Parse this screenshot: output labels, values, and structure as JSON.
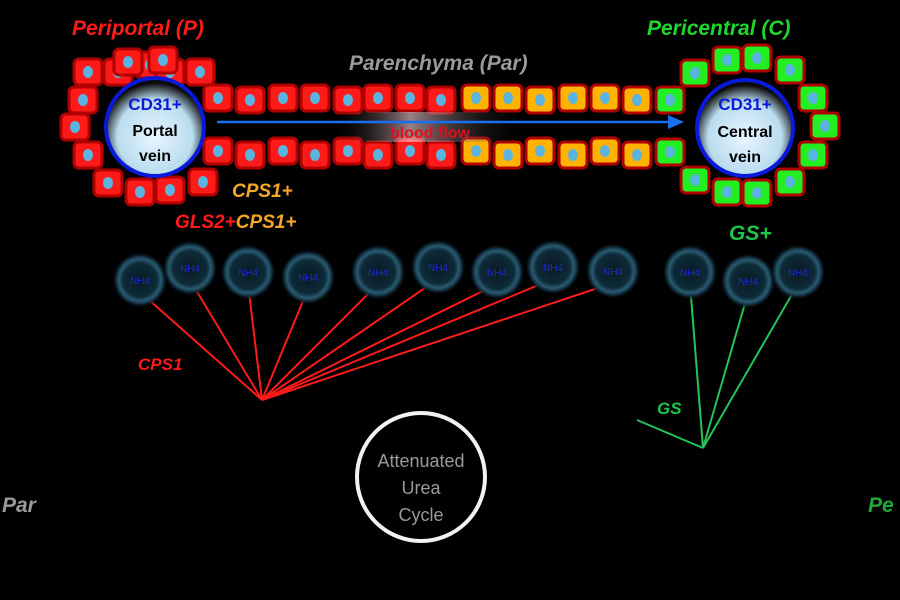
{
  "labels": {
    "periportal": "Periportal (P)",
    "pericentral": "Pericentral (C)",
    "parenchyma": "Parenchyma (Par)",
    "portal_marker": "CD31+",
    "portal_vein_1": "Portal",
    "portal_vein_2": "vein",
    "central_marker": "CD31+",
    "central_vein_1": "Central",
    "central_vein_2": "vein",
    "blood_flow": "blood flow",
    "cps1_plus": "CPS1+",
    "gls2_plus": "GLS2+",
    "cps1_plus_2": "CPS1+",
    "gs_plus": "GS+",
    "nh4": "NH4",
    "cps1": "CPS1",
    "gs": "GS",
    "urea_1": "Attenuated",
    "urea_2": "Urea",
    "urea_3": "Cycle",
    "par_left": "Par",
    "pe_right": "Pe"
  },
  "colors": {
    "periportal": "#ff1a1a",
    "parenchyma_cells": "#ffb300",
    "pericentral": "#22ee22",
    "vessel_ring": "#0a1adb",
    "nucleus": "#5ab4e0",
    "label_gray": "#9a9a9a",
    "label_orange": "#f5a623",
    "label_green": "#1fc44a",
    "cps1_line": "#ff1a1a",
    "gs_line": "#22c45a"
  }
}
